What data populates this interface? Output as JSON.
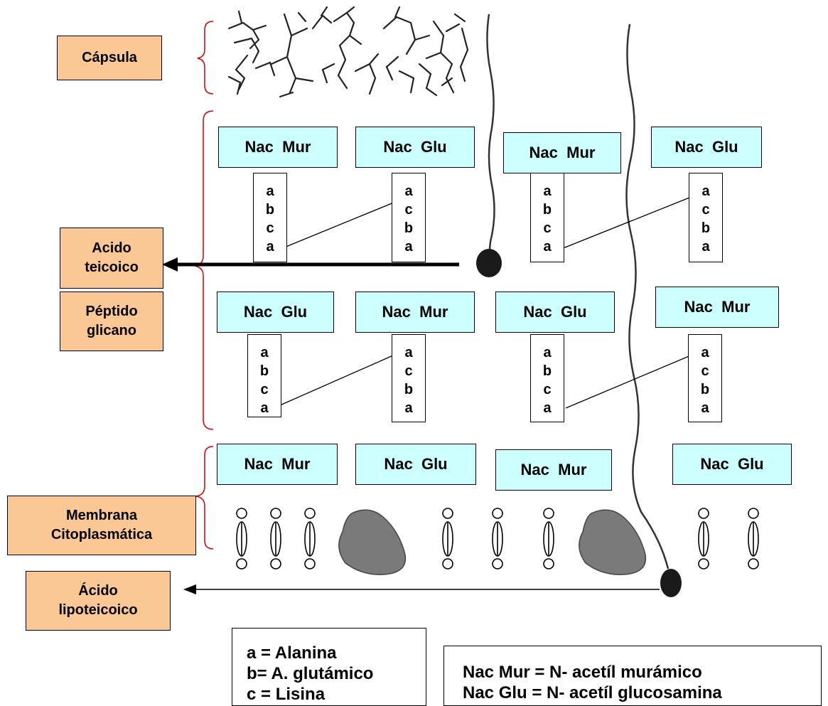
{
  "labels": {
    "capsula": "Cápsula",
    "acido_teicoico": [
      "Acido",
      "teicoico"
    ],
    "peptidoglicano": [
      "Péptido",
      "glicano"
    ],
    "membrana": [
      "Membrana",
      "Citoplasmática"
    ],
    "acido_lipoteicoico": [
      "Ácido",
      "lipoteicoico"
    ]
  },
  "sugars": {
    "mur": "Nac  Mur",
    "glu": "Nac  Glu"
  },
  "peptides": {
    "abca": [
      "a",
      "b",
      "c",
      "a"
    ],
    "acba": [
      "a",
      "c",
      "b",
      "a"
    ]
  },
  "legend_amino": [
    "a = Alanina",
    "b= A. glutámico",
    "c = Lisina"
  ],
  "legend_sugar": [
    "Nac Mur = N- acetíl murámico",
    "Nac Glu  = N- acetíl glucosamina"
  ],
  "colors": {
    "label_fill": "#fbc795",
    "sugar_fill": "#ccffff",
    "bracket": "#cc0000",
    "protein": "#7a7a7a"
  }
}
